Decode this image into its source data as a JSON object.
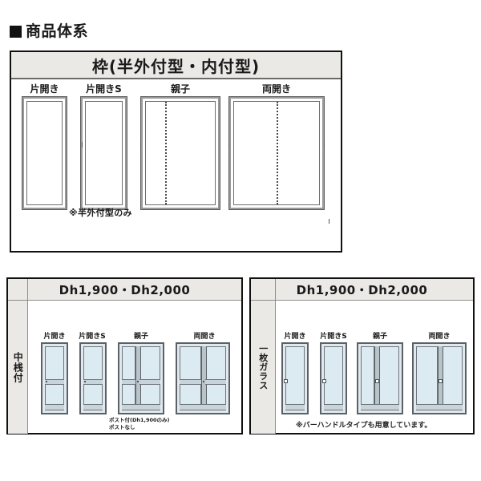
{
  "title": {
    "bullet": "square-bullet",
    "text": "商品体系"
  },
  "main_panel": {
    "header": "枠(半外付型・内付型)",
    "doors": [
      {
        "label": "片開き",
        "type": "single"
      },
      {
        "label": "片開きS",
        "type": "single"
      },
      {
        "label": "親子",
        "type": "double-uneven"
      },
      {
        "label": "両開き",
        "type": "double"
      }
    ],
    "note": "※半外付型のみ"
  },
  "bottom_left_panel": {
    "row_label": "中桟付",
    "header": "Dh1,900・Dh2,000",
    "doors": [
      {
        "label": "片開き",
        "type": "single"
      },
      {
        "label": "片開きS",
        "type": "single"
      },
      {
        "label": "親子",
        "type": "double-uneven"
      },
      {
        "label": "両開き",
        "type": "double"
      }
    ],
    "notes": [
      "ポスト付(Dh1,900のみ)",
      "ポストなし"
    ]
  },
  "bottom_right_panel": {
    "row_label": "一枚ガラス",
    "header": "Dh1,900・Dh2,000",
    "doors": [
      {
        "label": "片開き",
        "type": "single"
      },
      {
        "label": "片開きS",
        "type": "single"
      },
      {
        "label": "親子",
        "type": "double-uneven"
      },
      {
        "label": "両開き",
        "type": "double"
      }
    ],
    "note": "※バーハンドルタイプも用意しています。"
  },
  "colors": {
    "panel_border": "#111111",
    "header_fill": "#ebe9e5",
    "glass_fill": "#dceaf1",
    "frame_stroke": "#5b6166",
    "outline_door": "#9a9a98"
  }
}
